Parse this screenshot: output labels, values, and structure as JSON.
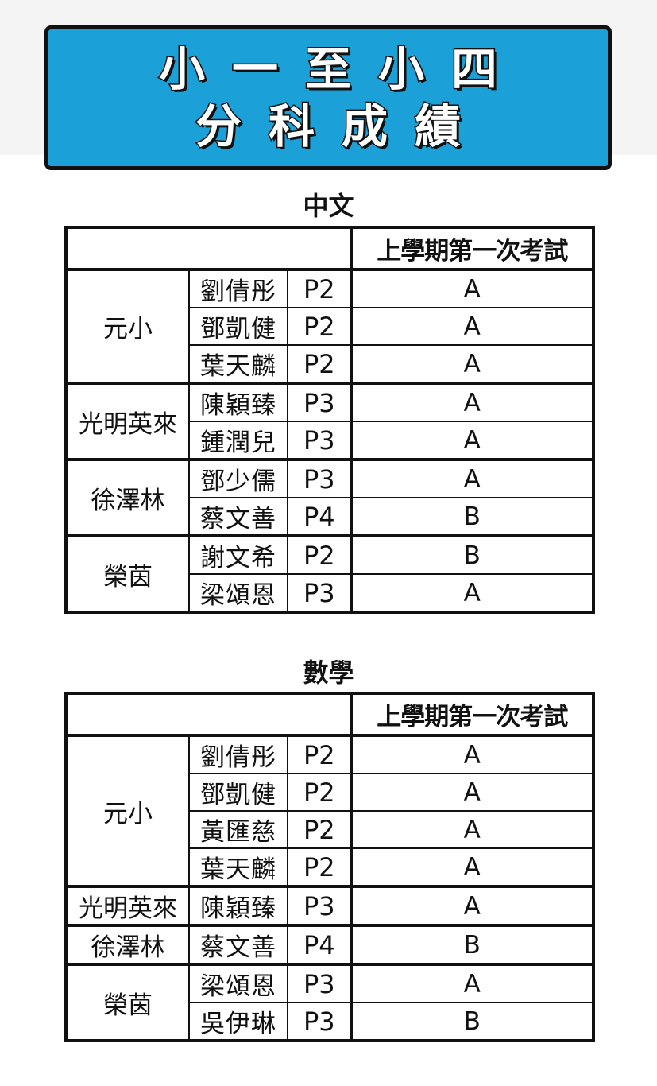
{
  "banner": {
    "line1": "小一至小四",
    "line2": "分科成績"
  },
  "sections": [
    {
      "title": "中文",
      "header": "上學期第一次考試",
      "groups": [
        {
          "school": "元小",
          "students": [
            {
              "name": "劉倩彤",
              "grade": "P2",
              "result": "A"
            },
            {
              "name": "鄧凱健",
              "grade": "P2",
              "result": "A"
            },
            {
              "name": "葉天麟",
              "grade": "P2",
              "result": "A"
            }
          ]
        },
        {
          "school": "光明英來",
          "students": [
            {
              "name": "陳穎臻",
              "grade": "P3",
              "result": "A"
            },
            {
              "name": "鍾潤兒",
              "grade": "P3",
              "result": "A"
            }
          ]
        },
        {
          "school": "徐澤林",
          "students": [
            {
              "name": "鄧少儒",
              "grade": "P3",
              "result": "A"
            },
            {
              "name": "蔡文善",
              "grade": "P4",
              "result": "B"
            }
          ]
        },
        {
          "school": "榮茵",
          "students": [
            {
              "name": "謝文希",
              "grade": "P2",
              "result": "B"
            },
            {
              "name": "梁頌恩",
              "grade": "P3",
              "result": "A"
            }
          ]
        }
      ]
    },
    {
      "title": "數學",
      "header": "上學期第一次考試",
      "groups": [
        {
          "school": "元小",
          "students": [
            {
              "name": "劉倩彤",
              "grade": "P2",
              "result": "A"
            },
            {
              "name": "鄧凱健",
              "grade": "P2",
              "result": "A"
            },
            {
              "name": "黃匯慈",
              "grade": "P2",
              "result": "A"
            },
            {
              "name": "葉天麟",
              "grade": "P2",
              "result": "A"
            }
          ]
        },
        {
          "school": "光明英來",
          "students": [
            {
              "name": "陳穎臻",
              "grade": "P3",
              "result": "A"
            }
          ]
        },
        {
          "school": "徐澤林",
          "students": [
            {
              "name": "蔡文善",
              "grade": "P4",
              "result": "B"
            }
          ]
        },
        {
          "school": "榮茵",
          "students": [
            {
              "name": "梁頌恩",
              "grade": "P3",
              "result": "A"
            },
            {
              "name": "吳伊琳",
              "grade": "P3",
              "result": "B"
            }
          ]
        }
      ]
    }
  ]
}
